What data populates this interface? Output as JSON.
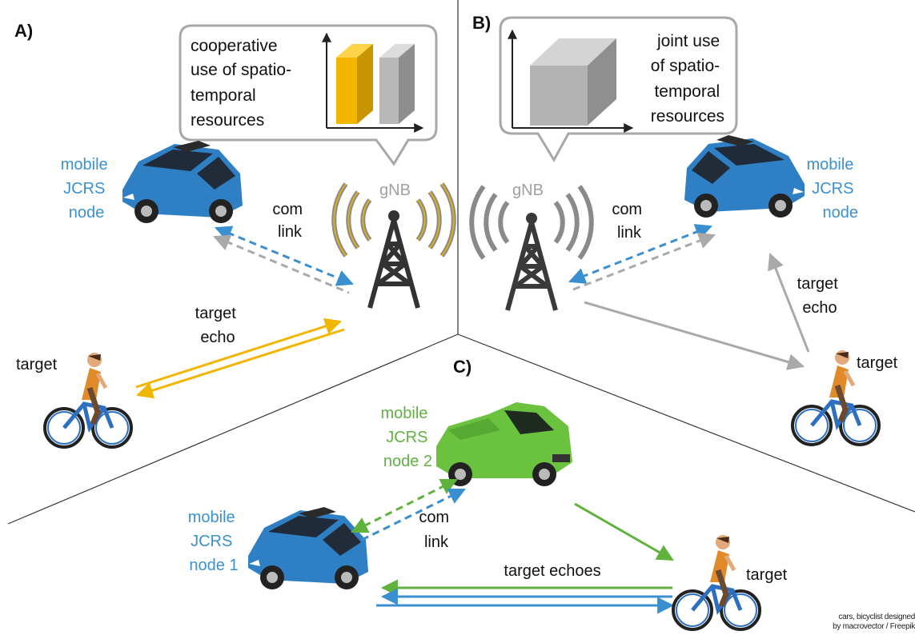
{
  "panels": {
    "a": {
      "label": "A)",
      "bubble": [
        "cooperative",
        "use of spatio-",
        "temporal",
        "resources"
      ],
      "gnb": "gNB",
      "car_label": [
        "mobile",
        "JCRS",
        "node"
      ],
      "com_link": [
        "com",
        "link"
      ],
      "target_echo": [
        "target",
        "echo"
      ],
      "target": "target"
    },
    "b": {
      "label": "B)",
      "bubble": [
        "joint use",
        "of spatio-",
        "temporal",
        "resources"
      ],
      "gnb": "gNB",
      "car_label": [
        "mobile",
        "JCRS",
        "node"
      ],
      "com_link": [
        "com",
        "link"
      ],
      "target_echo": [
        "target",
        "echo"
      ],
      "target": "target"
    },
    "c": {
      "label": "C)",
      "node2_label": [
        "mobile",
        "JCRS",
        "node 2"
      ],
      "node1_label": [
        "mobile",
        "JCRS",
        "node 1"
      ],
      "com_link": [
        "com",
        "link"
      ],
      "target_echoes": "target echoes",
      "target": "target"
    }
  },
  "credit": [
    "cars, bicyclist designed",
    "by macrovector / Freepik"
  ],
  "colors": {
    "blue": "#3a8fd0",
    "label_blue": "#3b91cf",
    "green": "#5fb33d",
    "label_green": "#62b143",
    "yellow": "#f2b600",
    "gray": "#a9a9a9",
    "tower": "#3a3a3a"
  }
}
